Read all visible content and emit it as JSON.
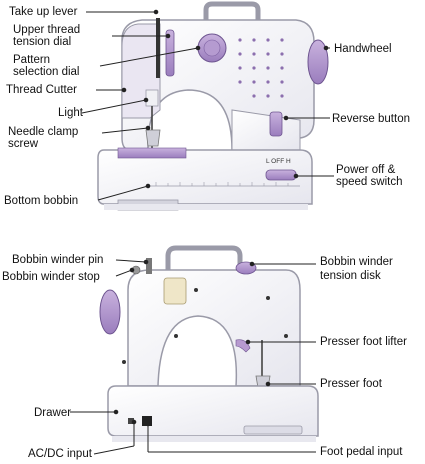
{
  "top_labels": {
    "take_up_lever": "Take up lever",
    "upper_thread_tension_dial_1": "Upper thread",
    "upper_thread_tension_dial_2": "tension dial",
    "pattern_selection_dial_1": "Pattern",
    "pattern_selection_dial_2": "selection dial",
    "thread_cutter": "Thread Cutter",
    "light": "Light",
    "needle_clamp_screw_1": "Needle clamp",
    "needle_clamp_screw_2": "screw",
    "bottom_bobbin": "Bottom bobbin",
    "handwheel": "Handwheel",
    "reverse_button": "Reverse button",
    "power_off_speed_switch_1": "Power off &",
    "power_off_speed_switch_2": "speed switch",
    "switch_marks": "L  OFF  H"
  },
  "bottom_labels": {
    "bobbin_winder_pin": "Bobbin winder pin",
    "bobbin_winder_stop": "Bobbin winder stop",
    "drawer": "Drawer",
    "acdc_input": "AC/DC input",
    "bobbin_winder_tension_disk_1": "Bobbin winder",
    "bobbin_winder_tension_disk_2": "tension disk",
    "presser_foot_lifter": "Presser foot lifter",
    "presser_foot": "Presser foot",
    "foot_pedal_input": "Foot pedal input"
  },
  "colors": {
    "body": "#f4f4f8",
    "lavender": "#b79ad0",
    "lavender_dark": "#8c6fae",
    "outline": "#9a9aa8",
    "line": "#222222",
    "base": "#e8e8ef"
  }
}
